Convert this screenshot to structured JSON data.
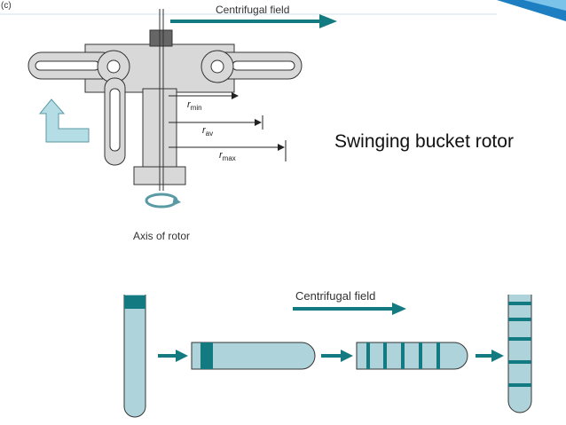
{
  "panel_tag": "(c)",
  "title": "Swinging bucket rotor",
  "centrifugal_field_top": "Centrifugal field",
  "centrifugal_field_bottom": "Centrifugal field",
  "axis_label": "Axis of rotor",
  "radius_labels": {
    "min": {
      "base": "r",
      "sub": "min"
    },
    "av": {
      "base": "r",
      "sub": "av"
    },
    "max": {
      "base": "r",
      "sub": "max"
    }
  },
  "colors": {
    "teal": "#127a80",
    "tube_fill": "#aed3db",
    "rotor_gray": "#d8d8d8",
    "outline": "#333333",
    "accent_bar": "#1d7fc2"
  }
}
